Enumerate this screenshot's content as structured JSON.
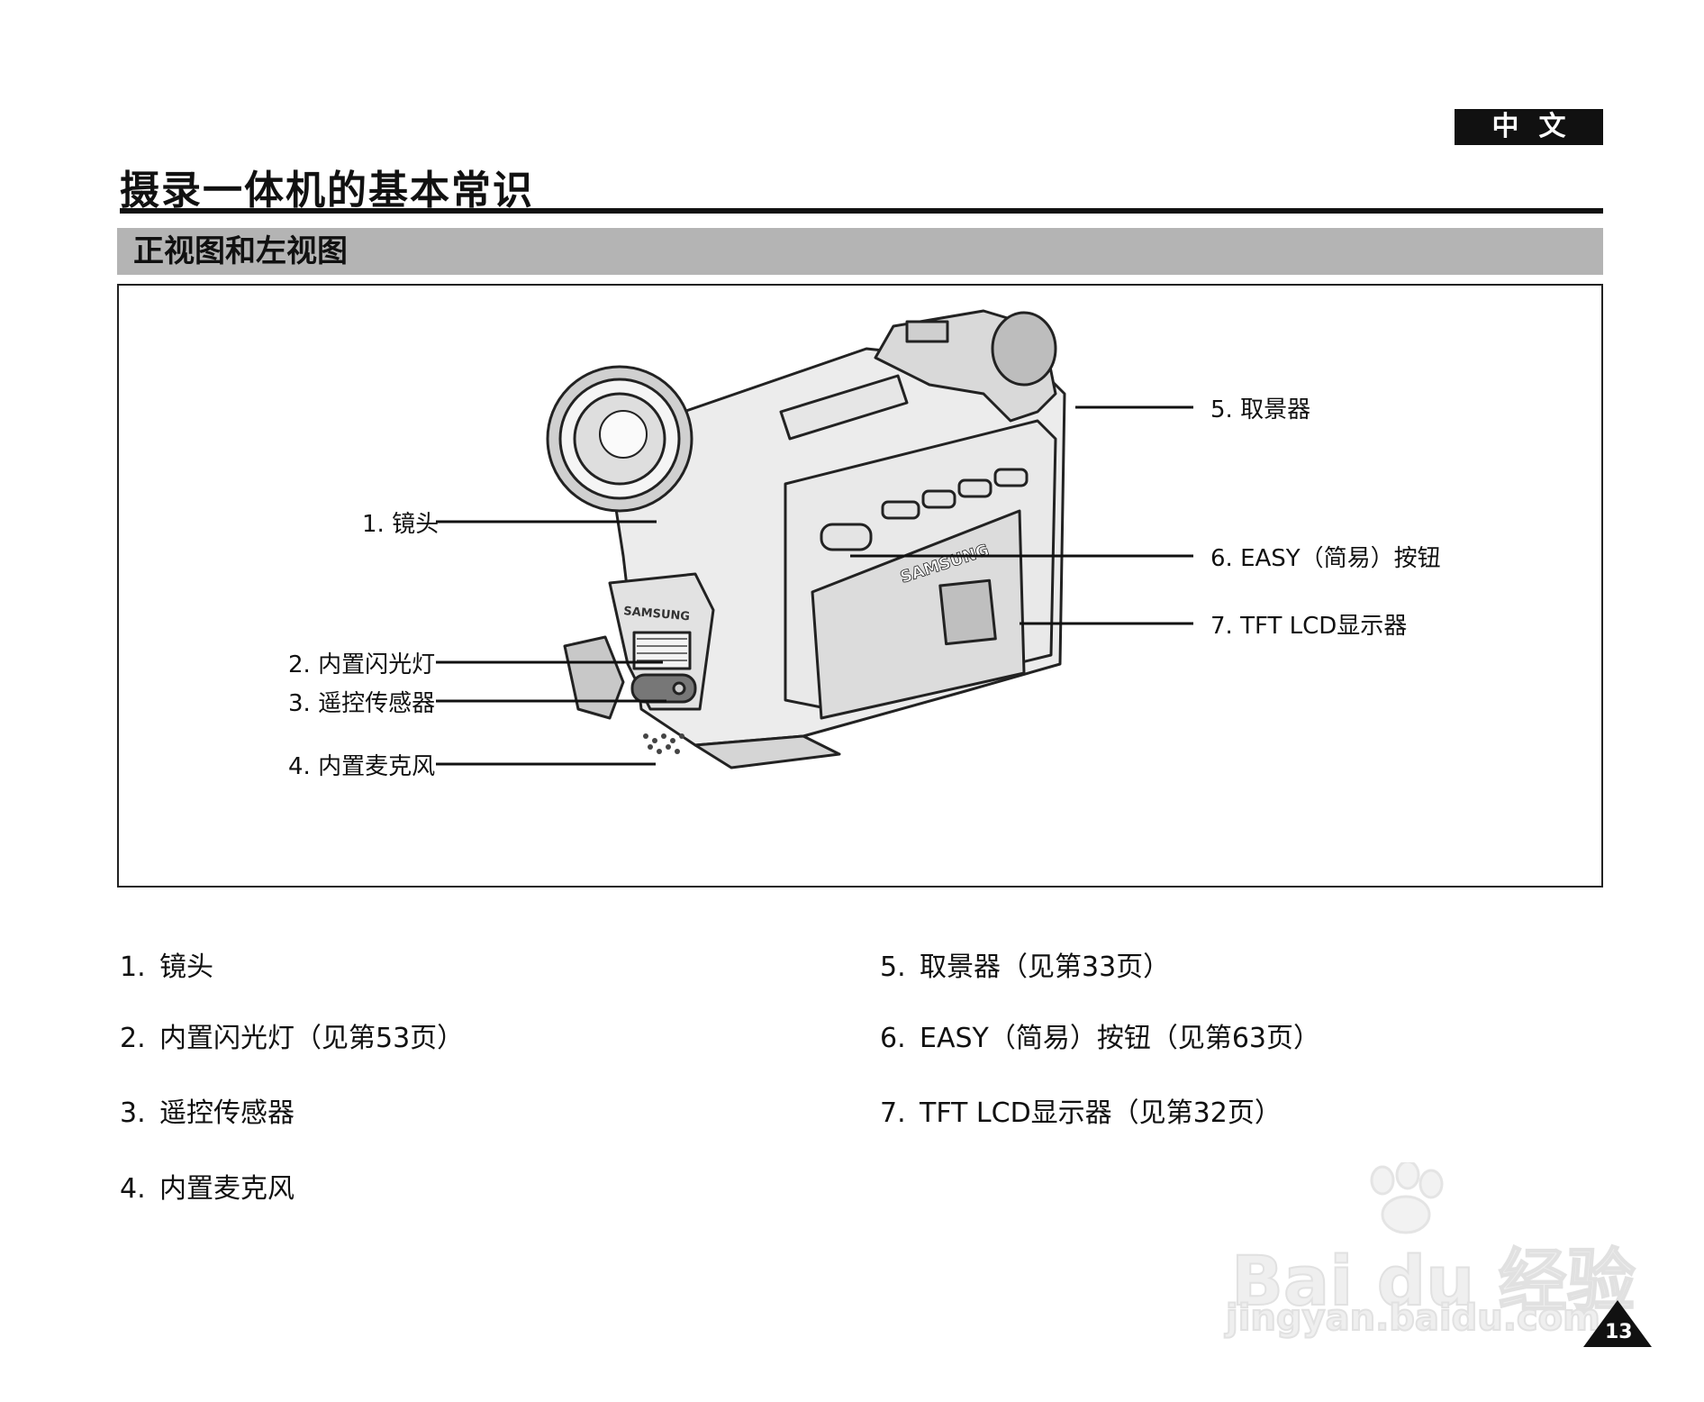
{
  "header": {
    "lang_label": "中文",
    "title": "摄录一体机的基本常识"
  },
  "section": {
    "title": "正视图和左视图"
  },
  "figure": {
    "brand_text": "SAMSUNG",
    "callouts": [
      "1. 镜头",
      "2. 内置闪光灯",
      "3. 遥控传感器",
      "4. 内置麦克风",
      "5. 取景器",
      "6. EASY（简易）按钮",
      "7. TFT LCD显示器"
    ]
  },
  "list": {
    "left": [
      {
        "num": "1.",
        "text": "镜头"
      },
      {
        "num": "2.",
        "text": "内置闪光灯（见第53页）"
      },
      {
        "num": "3.",
        "text": "遥控传感器"
      },
      {
        "num": "4.",
        "text": "内置麦克风"
      }
    ],
    "right": [
      {
        "num": "5.",
        "text": "取景器（见第33页）"
      },
      {
        "num": "6.",
        "text": "EASY（简易）按钮（见第63页）"
      },
      {
        "num": "7.",
        "text": "TFT LCD显示器（见第32页）"
      }
    ]
  },
  "watermark": {
    "logo": "Bai du 经验",
    "url": "jingyan.baidu.com"
  },
  "page_number": "13"
}
